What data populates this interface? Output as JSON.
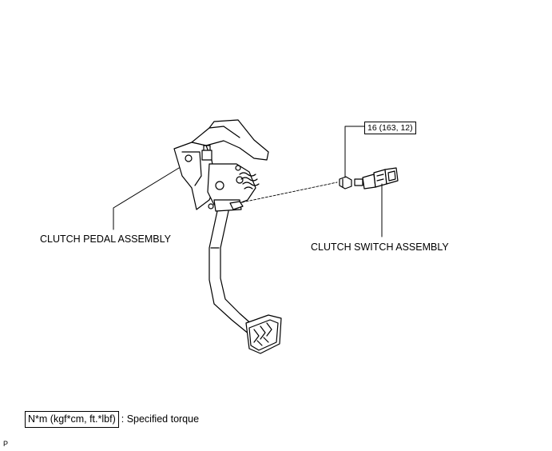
{
  "labels": {
    "pedal_assembly": "CLUTCH PEDAL ASSEMBLY",
    "switch_assembly": "CLUTCH SWITCH ASSEMBLY",
    "torque_spec": "16 (163, 12)"
  },
  "legend": {
    "unit_box": "N*m (kgf*cm, ft.*lbf)",
    "description": ": Specified torque"
  },
  "corner_mark": "P"
}
